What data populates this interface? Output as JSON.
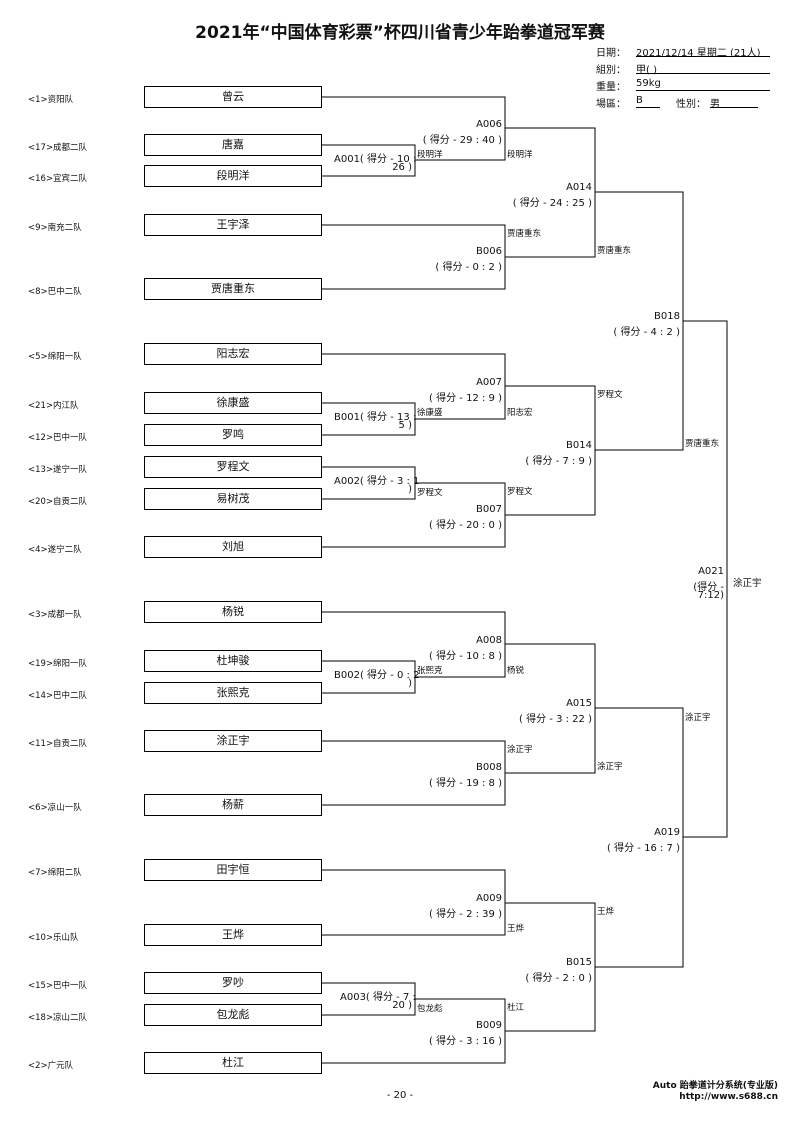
{
  "title": "2021年“中国体育彩票”杯四川省青少年跆拳道冠军赛",
  "info": {
    "date_label": "日期：",
    "date_value": "2021/12/14 星期二 (21人)",
    "group_label": "組別：",
    "group_value": "甲( )",
    "weight_label": "重量：",
    "weight_value": "59kg",
    "court_label": "場區：",
    "court_value": "B",
    "gender_label": "性別：",
    "gender_value": "男"
  },
  "players": [
    {
      "seed": "<1>资阳队",
      "name": "曾云"
    },
    {
      "seed": "<17>成都二队",
      "name": "唐嘉"
    },
    {
      "seed": "<16>宜宾二队",
      "name": "段明洋"
    },
    {
      "seed": "<9>南充二队",
      "name": "王宇泽"
    },
    {
      "seed": "<8>巴中二队",
      "name": "贾唐重东"
    },
    {
      "seed": "<5>绵阳一队",
      "name": "阳志宏"
    },
    {
      "seed": "<21>内江队",
      "name": "徐康盛"
    },
    {
      "seed": "<12>巴中一队",
      "name": "罗鸣"
    },
    {
      "seed": "<13>遂宁一队",
      "name": "罗程文"
    },
    {
      "seed": "<20>自贡二队",
      "name": "易树茂"
    },
    {
      "seed": "<4>遂宁二队",
      "name": "刘旭"
    },
    {
      "seed": "<3>成都一队",
      "name": "杨锐"
    },
    {
      "seed": "<19>绵阳一队",
      "name": "杜坤骏"
    },
    {
      "seed": "<14>巴中二队",
      "name": "张熙克"
    },
    {
      "seed": "<11>自贡二队",
      "name": "涂正宇"
    },
    {
      "seed": "<6>凉山一队",
      "name": "杨薪"
    },
    {
      "seed": "<7>绵阳二队",
      "name": "田宇恒"
    },
    {
      "seed": "<10>乐山队",
      "name": "王烨"
    },
    {
      "seed": "<15>巴中一队",
      "name": "罗吵"
    },
    {
      "seed": "<18>凉山二队",
      "name": "包龙彪"
    },
    {
      "seed": "<2>广元队",
      "name": "杜江"
    }
  ],
  "matches": {
    "A001": {
      "code": "A001( 得分 - 10 :",
      "score2": "26 )",
      "winner": "段明洋"
    },
    "B001": {
      "code": "B001( 得分 - 13 :",
      "score2": "5 )",
      "winner": "徐康盛"
    },
    "A002": {
      "code": "A002( 得分 - 3 : 1",
      "score2": ")",
      "winner": "罗程文"
    },
    "B002": {
      "code": "B002( 得分 - 0 : 2",
      "score2": ")",
      "winner": "张熙克"
    },
    "A003": {
      "code": "A003( 得分 - 7 :",
      "score2": "20 )",
      "winner": "包龙彪"
    },
    "A006": {
      "code": "A006",
      "score": "( 得分 - 29 : 40 )",
      "winner": "段明洋"
    },
    "B006": {
      "code": "B006",
      "score": "( 得分 - 0 : 2 )",
      "winner": "贾唐重东"
    },
    "A007": {
      "code": "A007",
      "score": "( 得分 - 12 : 9 )",
      "winner": "阳志宏"
    },
    "B007": {
      "code": "B007",
      "score": "( 得分 - 20 : 0 )",
      "winner": "罗程文"
    },
    "A008": {
      "code": "A008",
      "score": "( 得分 - 10 : 8 )",
      "winner": "杨锐"
    },
    "B008": {
      "code": "B008",
      "score": "( 得分 - 19 : 8 )",
      "winner": "涂正宇"
    },
    "A009": {
      "code": "A009",
      "score": "( 得分 - 2 : 39 )",
      "winner": "王烨"
    },
    "B009": {
      "code": "B009",
      "score": "( 得分 - 3 : 16 )",
      "winner": "杜江"
    },
    "A014": {
      "code": "A014",
      "score": "( 得分 - 24 : 25 )",
      "winner": "贾唐重东"
    },
    "B014": {
      "code": "B014",
      "score": "( 得分 - 7 : 9 )",
      "winner": "罗程文"
    },
    "A015": {
      "code": "A015",
      "score": "( 得分 - 3 : 22 )",
      "winner": "涂正宇"
    },
    "B015": {
      "code": "B015",
      "score": "( 得分 - 2 : 0 )",
      "winner": "王烨"
    },
    "B018": {
      "code": "B018",
      "score": "( 得分 - 4 : 2 )",
      "winner": "贾唐重东"
    },
    "A019": {
      "code": "A019",
      "score": "( 得分 - 16 : 7 )",
      "winner": "涂正宇"
    },
    "A021": {
      "code": "A021",
      "score1": "(得分 -",
      "score2": "7:12)",
      "winner": "涂正宇"
    }
  },
  "footer": {
    "page": "- 20 -",
    "system": "Auto 跆拳道计分系统(专业版)",
    "url": "http://www.s688.cn"
  }
}
